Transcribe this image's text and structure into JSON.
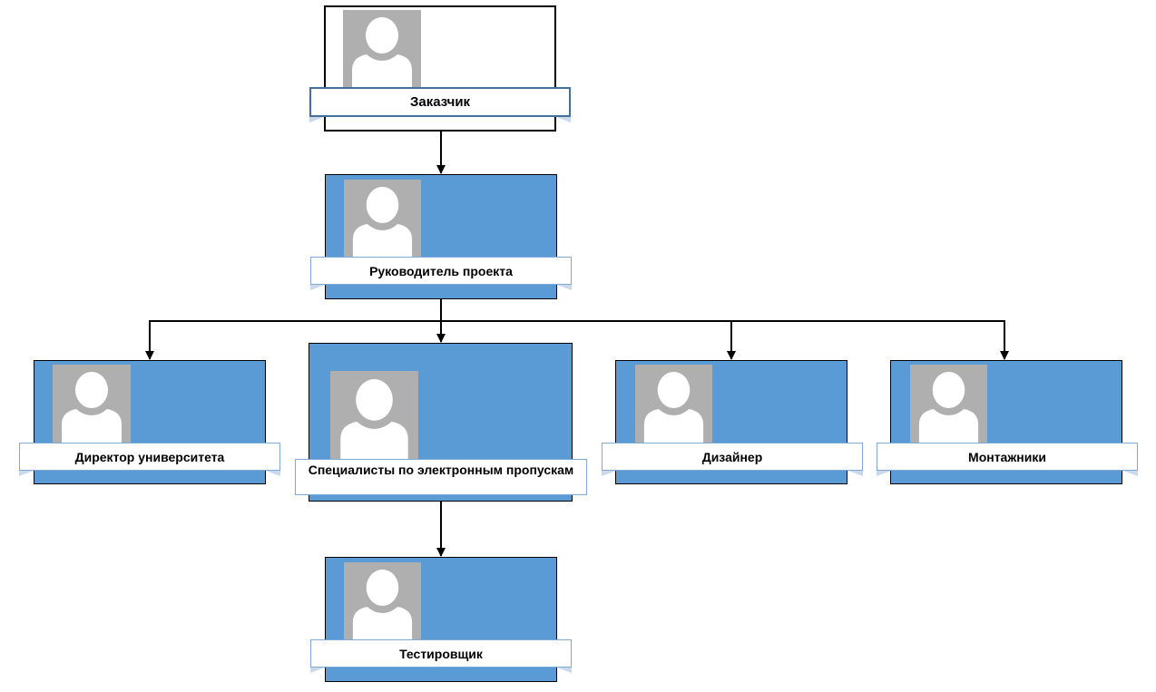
{
  "chart_data": {
    "type": "org-chart",
    "nodes": [
      {
        "id": "customer",
        "label": "Заказчик"
      },
      {
        "id": "project-manager",
        "label": "Руководитель проекта"
      },
      {
        "id": "university-director",
        "label": "Директор университета"
      },
      {
        "id": "pass-specialists",
        "label": "Специалисты по электронным пропускам"
      },
      {
        "id": "designer",
        "label": "Дизайнер"
      },
      {
        "id": "installers",
        "label": "Монтажники"
      },
      {
        "id": "tester",
        "label": "Тестировщик"
      }
    ],
    "edges": [
      {
        "from": "customer",
        "to": "project-manager"
      },
      {
        "from": "project-manager",
        "to": "university-director"
      },
      {
        "from": "project-manager",
        "to": "pass-specialists"
      },
      {
        "from": "project-manager",
        "to": "designer"
      },
      {
        "from": "project-manager",
        "to": "installers"
      },
      {
        "from": "pass-specialists",
        "to": "tester"
      }
    ]
  },
  "style": {
    "card_fill": "#5b9bd5",
    "card_fill_root": "#ffffff",
    "photo_placeholder": "#afafaf",
    "connector": "#000000",
    "label_border": "#7fa9d6"
  }
}
